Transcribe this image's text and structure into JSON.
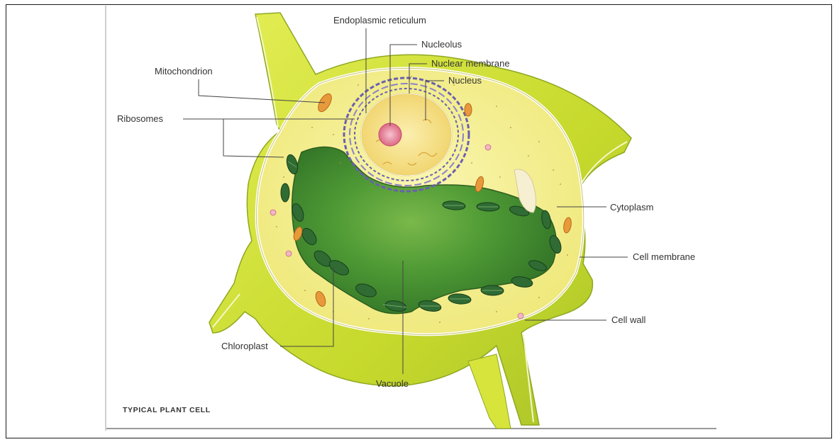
{
  "diagram": {
    "title": "TYPICAL PLANT CELL",
    "labels": {
      "endoplasmic_reticulum": "Endoplasmic reticulum",
      "nucleolus": "Nucleolus",
      "nuclear_membrane": "Nuclear membrane",
      "nucleus": "Nucleus",
      "mitochondrion": "Mitochondrion",
      "ribosomes": "Ribosomes",
      "cytoplasm": "Cytoplasm",
      "cell_membrane": "Cell membrane",
      "cell_wall": "Cell wall",
      "chloroplast": "Chloroplast",
      "vacuole": "Vacuole"
    },
    "colors": {
      "cell_wall": "#c9dc2e",
      "cytoplasm": "#f3ef8a",
      "vacuole": "#3f8f2e",
      "chloroplast": "#2f6b33",
      "nucleus": "#f5e08a",
      "nucleolus": "#e07a8a",
      "er": "#6a5fb0",
      "mitochondrion": "#e89a3a"
    }
  }
}
